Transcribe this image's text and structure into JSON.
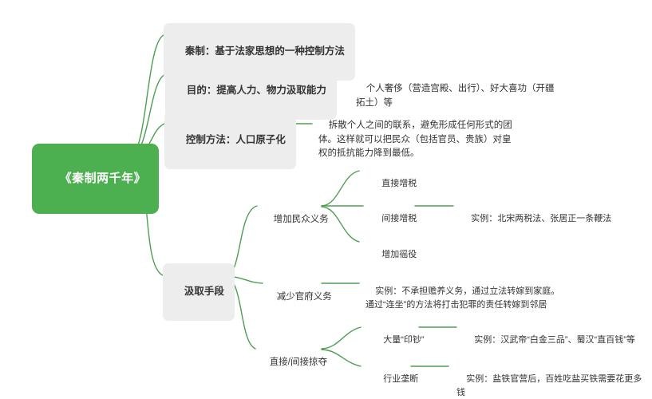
{
  "document": {
    "type": "mindmap",
    "title": "《秦制两千年》",
    "background_color": "#ffffff",
    "root_color": "#4caf50",
    "branch_color": "#4e9e52",
    "box_color": "#ededed",
    "text_color": "#333333"
  },
  "root": {
    "label": "《秦制两千年》"
  },
  "branches": {
    "qinzhi": {
      "label": "秦制：基于法家思想的一种控制方法"
    },
    "mudi": {
      "label": "目的：提高人力、物力汲取能力",
      "detail": "个人奢侈（营造宫殿、出行）、好大喜功（开疆拓土）等"
    },
    "kongzhi": {
      "label": "控制方法：人口原子化",
      "detail": "拆散个人之间的联系，避免形成任何形式的团体。这样就可以把民众（包括官员、贵族）对皇权的抵抗能力降到最低。"
    },
    "jiqu": {
      "label": "汲取手段",
      "children": {
        "zengjia": {
          "label": "增加民众义务",
          "children": {
            "zhijie": {
              "label": "直接增税"
            },
            "jianjie": {
              "label": "间接增税",
              "example": "实例：北宋两税法、张居正一条鞭法"
            },
            "yaoyi": {
              "label": "增加徭役"
            }
          }
        },
        "jianshao": {
          "label": "减少官府义务",
          "example": "实例：不承担赡养义务，通过立法转嫁到家庭。通过“连坐”的方法将打击犯罪的责任转嫁到邻居"
        },
        "luoduo": {
          "label": "直接/间接掠夺",
          "children": {
            "yinchao": {
              "label": "大量“印钞”",
              "example": "实例：汉武帝“白金三品”、蜀汉“直百钱”等"
            },
            "longduan": {
              "label": "行业垄断",
              "example": "实例：盐铁官营后，百姓吃盐买铁需要花更多钱"
            }
          }
        }
      }
    }
  }
}
